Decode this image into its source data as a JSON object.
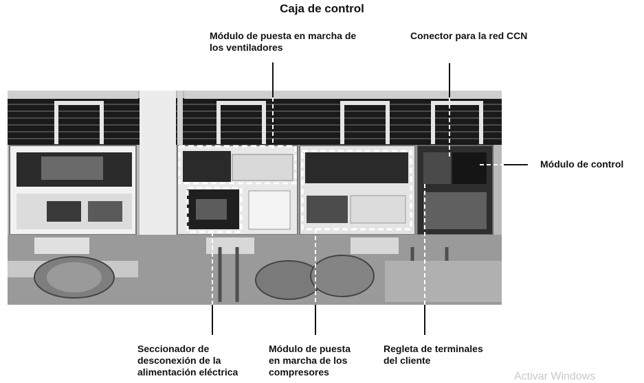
{
  "title": "Caja de control",
  "labels": {
    "fan_module": [
      "Módulo de puesta en marcha de",
      "los ventiladores"
    ],
    "ccn_connector": [
      "Conector para la red CCN"
    ],
    "control_module": [
      "Módulo de control"
    ],
    "disconnect": [
      "Seccionador de",
      "desconexión de la",
      "alimentación eléctrica"
    ],
    "compressor_module": [
      "Módulo de puesta",
      "en marcha de los",
      "compresores"
    ],
    "terminal_strip": [
      "Regleta de terminales",
      "del cliente"
    ]
  },
  "watermark": "Activar Windows"
}
